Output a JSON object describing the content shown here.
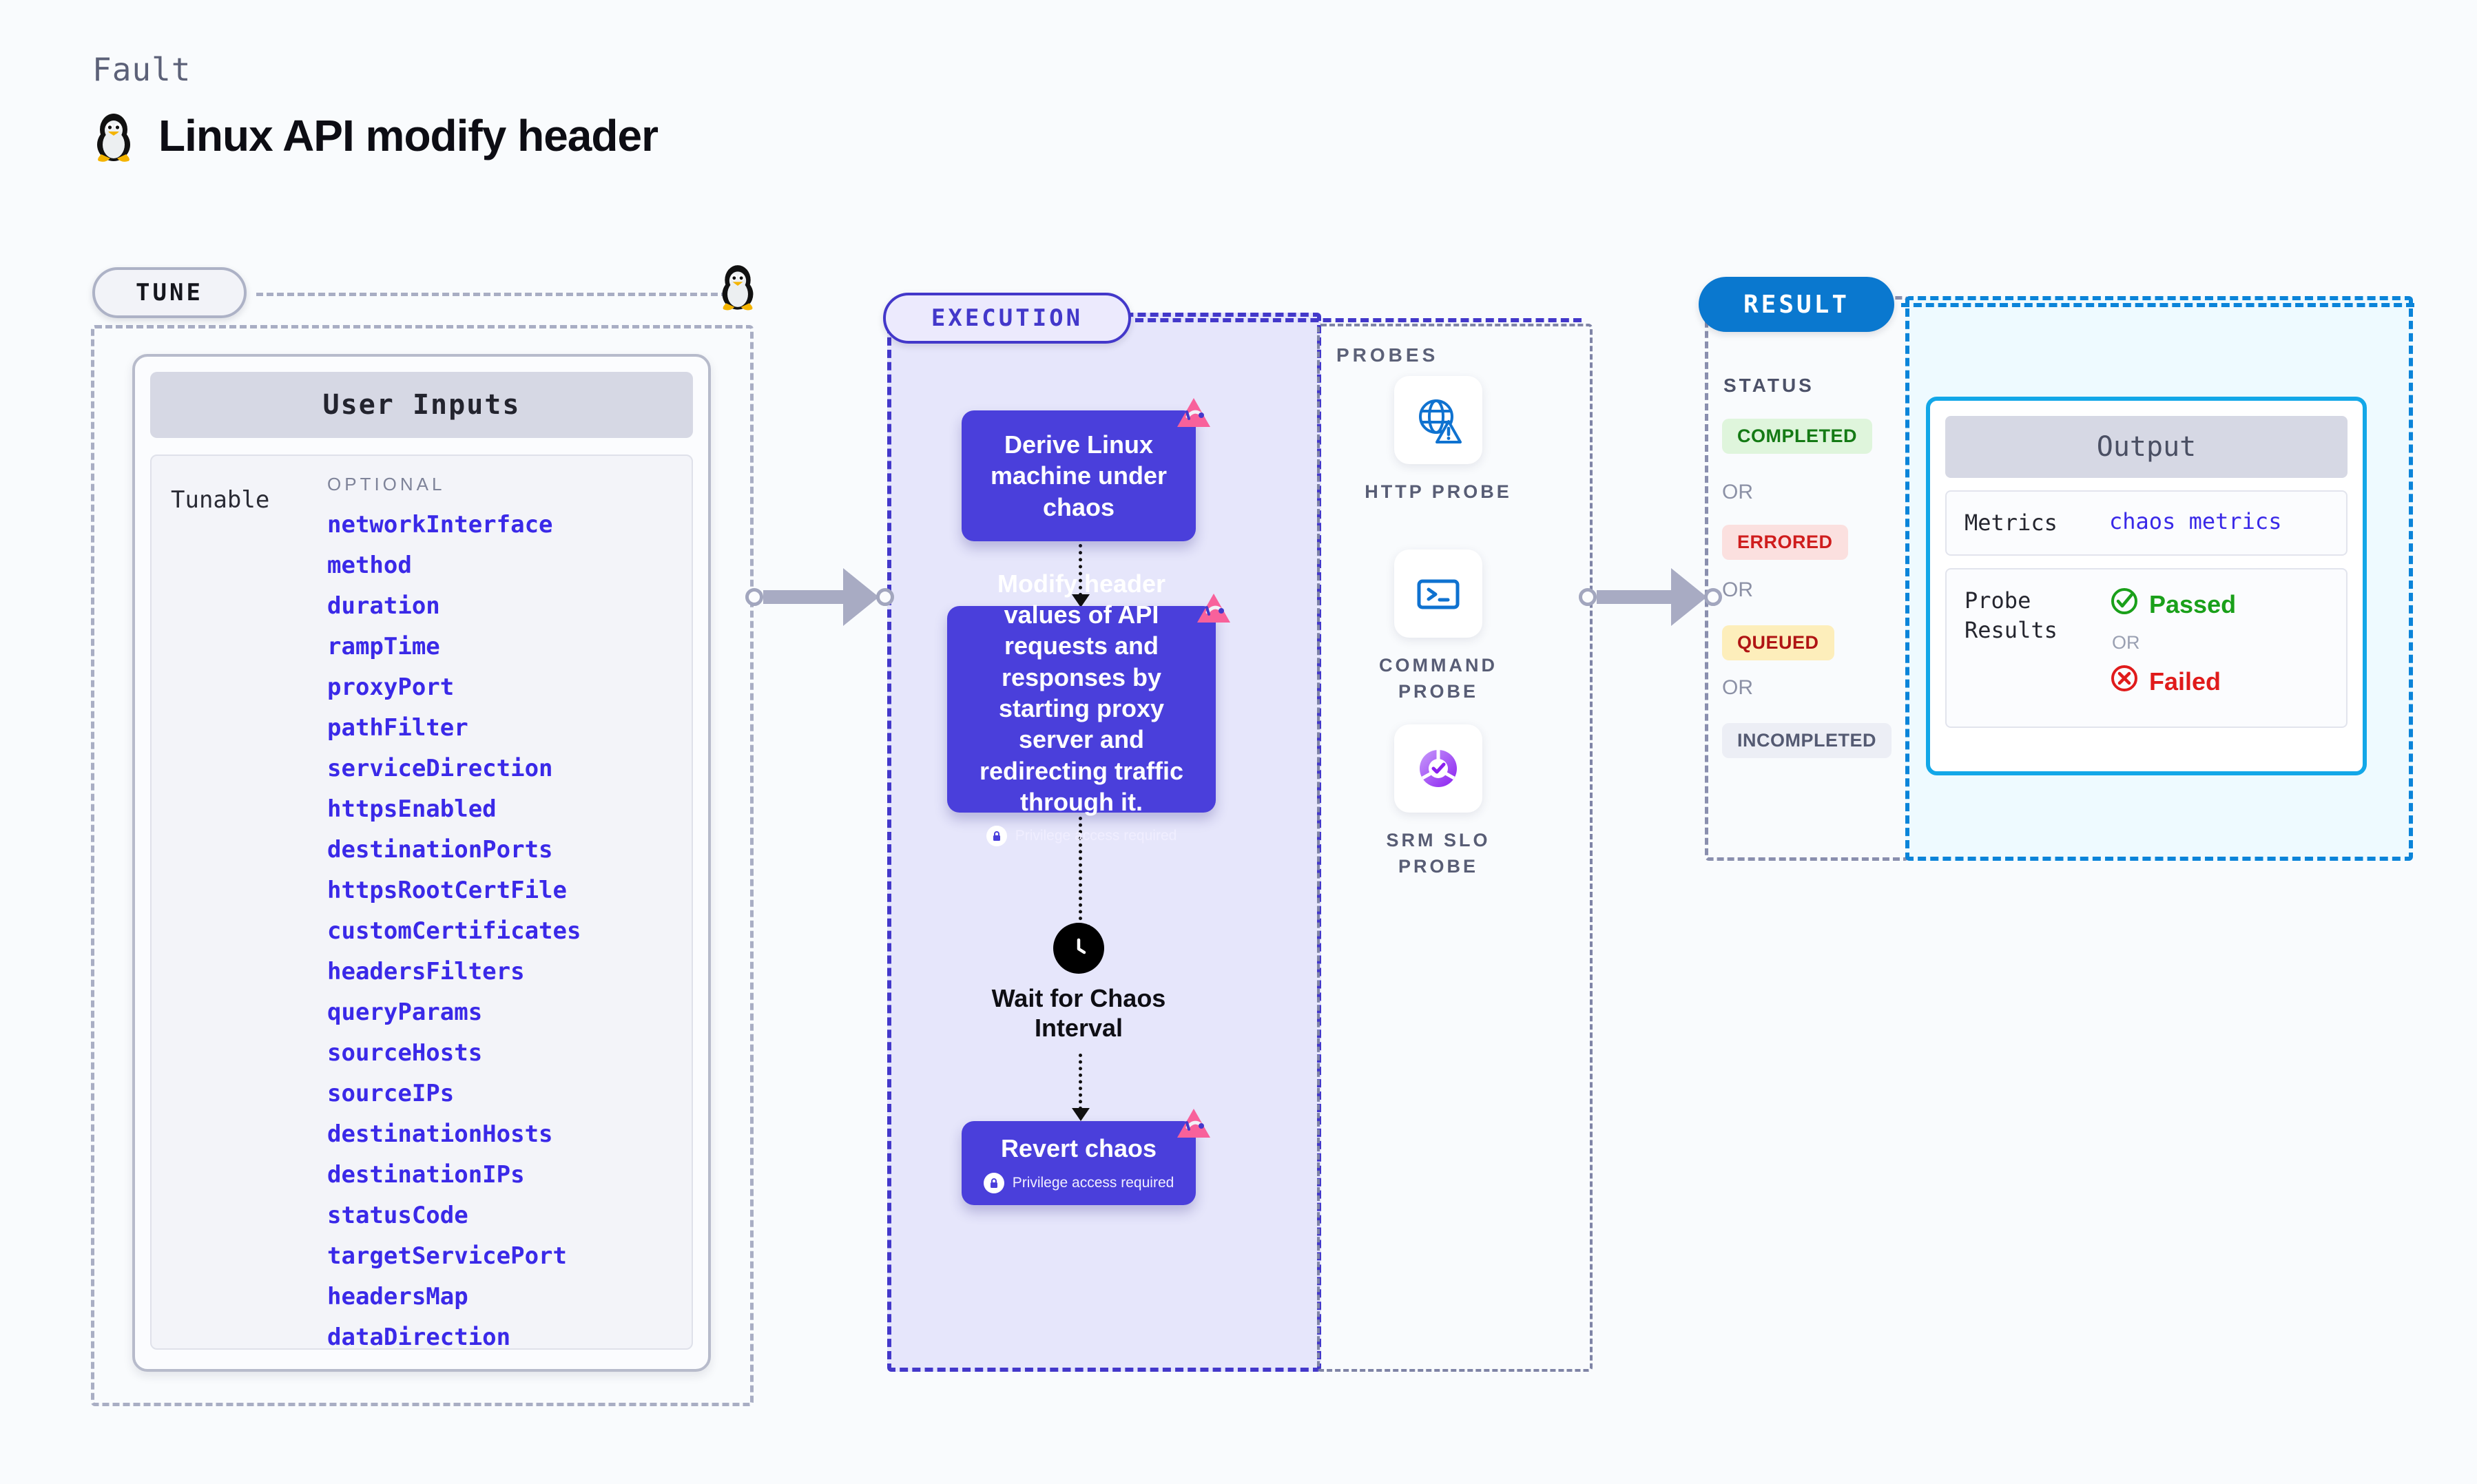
{
  "header": {
    "eyebrow": "Fault",
    "title": "Linux API modify header",
    "icon": "linux-penguin-icon"
  },
  "tune": {
    "pill_label": "TUNE",
    "icon": "linux-penguin-icon",
    "user_inputs": {
      "header": "User Inputs",
      "group_label": "Tunable",
      "optional_label": "OPTIONAL",
      "items": [
        "networkInterface",
        "method",
        "duration",
        "rampTime",
        "proxyPort",
        "pathFilter",
        "serviceDirection",
        "httpsEnabled",
        "destinationPorts",
        "httpsRootCertFile",
        "customCertificates",
        "headersFilters",
        "queryParams",
        "sourceHosts",
        "sourceIPs",
        "destinationHosts",
        "destinationIPs",
        "statusCode",
        "targetServicePort",
        "headersMap",
        "dataDirection"
      ]
    }
  },
  "execution": {
    "pill_label": "EXECUTION",
    "nodes": [
      {
        "id": "derive",
        "text": "Derive Linux machine under chaos",
        "privilege": null,
        "badge": "litmus-chaos-badge-icon"
      },
      {
        "id": "modify",
        "text": "Modify header values of API requests and responses by starting proxy server and redirecting traffic through it.",
        "privilege": "Privilege access required",
        "badge": "litmus-chaos-badge-icon"
      },
      {
        "id": "wait",
        "text": "Wait for Chaos Interval",
        "privilege": null,
        "badge": "clock-icon"
      },
      {
        "id": "revert",
        "text": "Revert chaos",
        "privilege": "Privilege access required",
        "badge": "litmus-chaos-badge-icon"
      }
    ]
  },
  "probes": {
    "title": "PROBES",
    "items": [
      {
        "caption": "HTTP PROBE",
        "icon": "globe-warning-icon"
      },
      {
        "caption": "COMMAND PROBE",
        "icon": "terminal-icon"
      },
      {
        "caption": "SRM SLO PROBE",
        "icon": "srm-slo-icon"
      }
    ]
  },
  "result": {
    "pill_label": "RESULT",
    "status": {
      "title": "STATUS",
      "or_label": "OR",
      "badges": [
        {
          "label": "COMPLETED",
          "bg": "#dff5dc",
          "fg": "#147a14"
        },
        {
          "label": "ERRORED",
          "bg": "#fbe0df",
          "fg": "#cf1d1d"
        },
        {
          "label": "QUEUED",
          "bg": "#fdeebb",
          "fg": "#b01414"
        },
        {
          "label": "INCOMPLETED",
          "bg": "#eceef5",
          "fg": "#545a72"
        }
      ]
    },
    "output": {
      "header": "Output",
      "metrics_key": "Metrics",
      "metrics_value": "chaos metrics",
      "probe_results_key": "Probe Results",
      "passed_label": "Passed",
      "failed_label": "Failed",
      "or_label": "OR"
    }
  },
  "colors": {
    "page_bg": "#f9fbfd",
    "tune_accent": "#adb2c6",
    "execution_accent": "#4338ca",
    "execution_bg": "#e6e6fb",
    "result_accent": "#0b84d9",
    "result_bg": "#eefaff",
    "node_fill": "#4a3fdb",
    "tunable_text": "#3a29e8",
    "badge_pink": "#f85b94"
  }
}
